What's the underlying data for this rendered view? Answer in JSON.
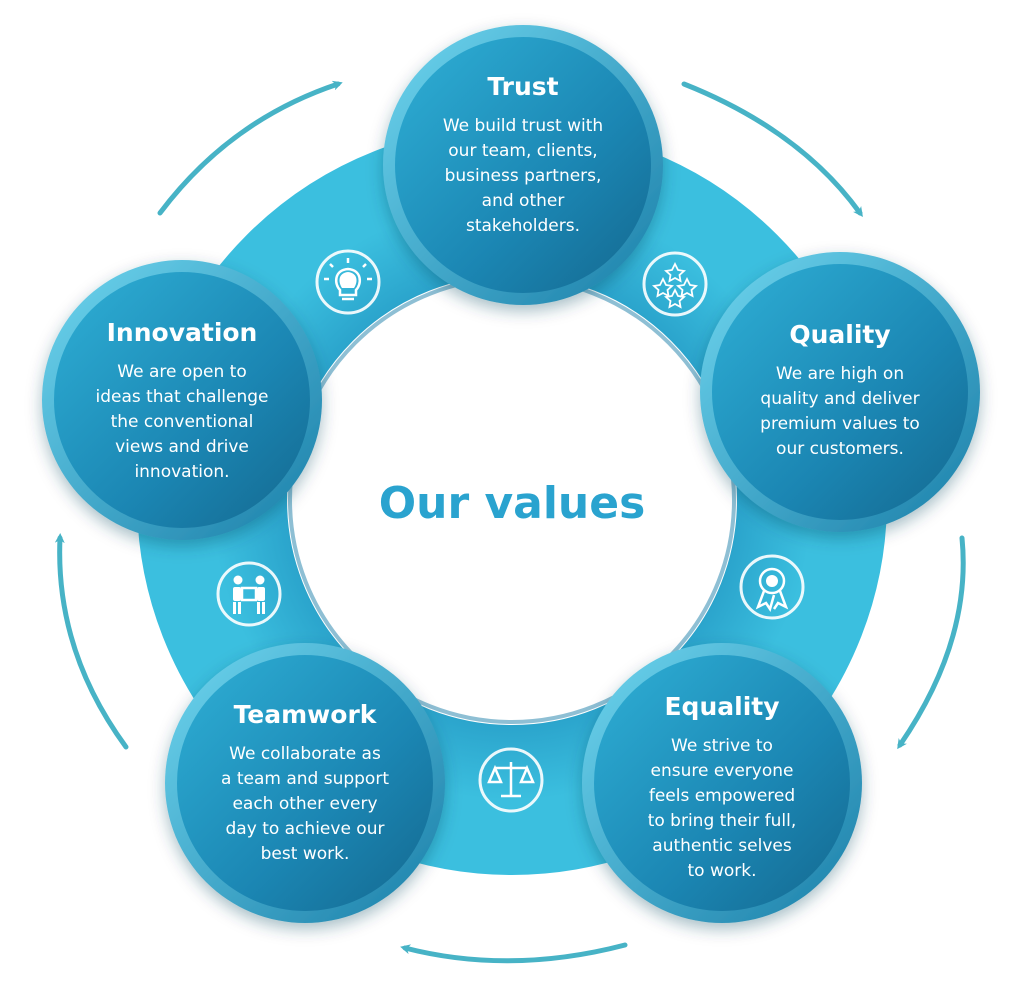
{
  "center_title": "Our values",
  "colors": {
    "accent": "#2aa3cf",
    "arrow": "#47b3c6",
    "band_light": "#3cc0e0",
    "band_dark": "#1a7fa8",
    "circle_dark": "#166f98"
  },
  "values": [
    {
      "title": "Trust",
      "desc": "We build trust with\nour team, clients,\nbusiness partners,\nand other\nstakeholders."
    },
    {
      "title": "Quality",
      "desc": "We are high on\nquality and deliver\npremium values to\nour customers."
    },
    {
      "title": "Equality",
      "desc": "We strive to\nensure everyone\nfeels empowered\nto bring their full,\nauthentic selves\nto work."
    },
    {
      "title": "Teamwork",
      "desc": "We collaborate as\na team and support\neach other every\nday to achieve our\nbest work."
    },
    {
      "title": "Innovation",
      "desc": "We are open to\nideas that challenge\nthe conventional\nviews and drive\ninnovation."
    }
  ],
  "icons": [
    "stars-icon",
    "award-ribbon-icon",
    "scales-icon",
    "people-carrying-box-icon",
    "lightbulb-icon"
  ]
}
